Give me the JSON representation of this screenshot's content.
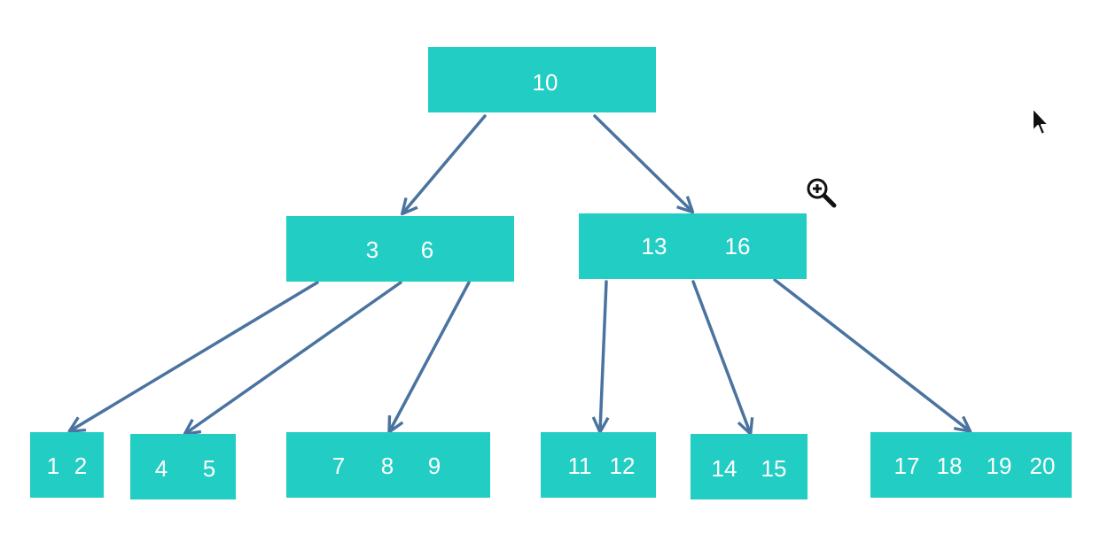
{
  "colors": {
    "node_fill": "#22cdc3",
    "node_text": "#ffffff",
    "edge": "#4a73a0"
  },
  "nodes": [
    {
      "id": "root",
      "keys": [
        "10"
      ]
    },
    {
      "id": "left",
      "keys": [
        "3",
        "6"
      ]
    },
    {
      "id": "right",
      "keys": [
        "13",
        "16"
      ]
    },
    {
      "id": "leaf-1-2",
      "keys": [
        "1",
        "2"
      ]
    },
    {
      "id": "leaf-4-5",
      "keys": [
        "4",
        "5"
      ]
    },
    {
      "id": "leaf-7-8-9",
      "keys": [
        "7",
        "8",
        "9"
      ]
    },
    {
      "id": "leaf-11-12",
      "keys": [
        "11",
        "12"
      ]
    },
    {
      "id": "leaf-14-15",
      "keys": [
        "14",
        "15"
      ]
    },
    {
      "id": "leaf-17-18-19-20",
      "keys": [
        "17",
        "18",
        "19",
        "20"
      ]
    }
  ],
  "edges": [
    {
      "from": "root",
      "to": "left"
    },
    {
      "from": "root",
      "to": "right"
    },
    {
      "from": "left",
      "to": "leaf-1-2"
    },
    {
      "from": "left",
      "to": "leaf-4-5"
    },
    {
      "from": "left",
      "to": "leaf-7-8-9"
    },
    {
      "from": "right",
      "to": "leaf-11-12"
    },
    {
      "from": "right",
      "to": "leaf-14-15"
    },
    {
      "from": "right",
      "to": "leaf-17-18-19-20"
    }
  ],
  "icons": {
    "cursor": "cursor-icon",
    "zoom": "zoom-in-icon"
  }
}
